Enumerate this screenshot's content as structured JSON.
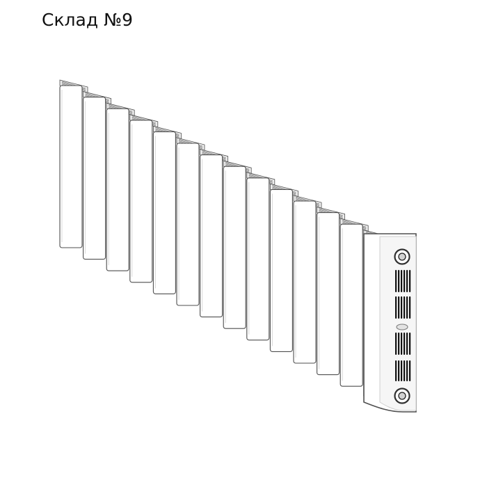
{
  "stock_label": "Склад №9",
  "product": {
    "subject": "radiator",
    "sections": 14,
    "colors": {
      "body": "#ffffff",
      "outline": "#4f4f4f",
      "shade": "#ececec",
      "grille": "#111111"
    }
  }
}
